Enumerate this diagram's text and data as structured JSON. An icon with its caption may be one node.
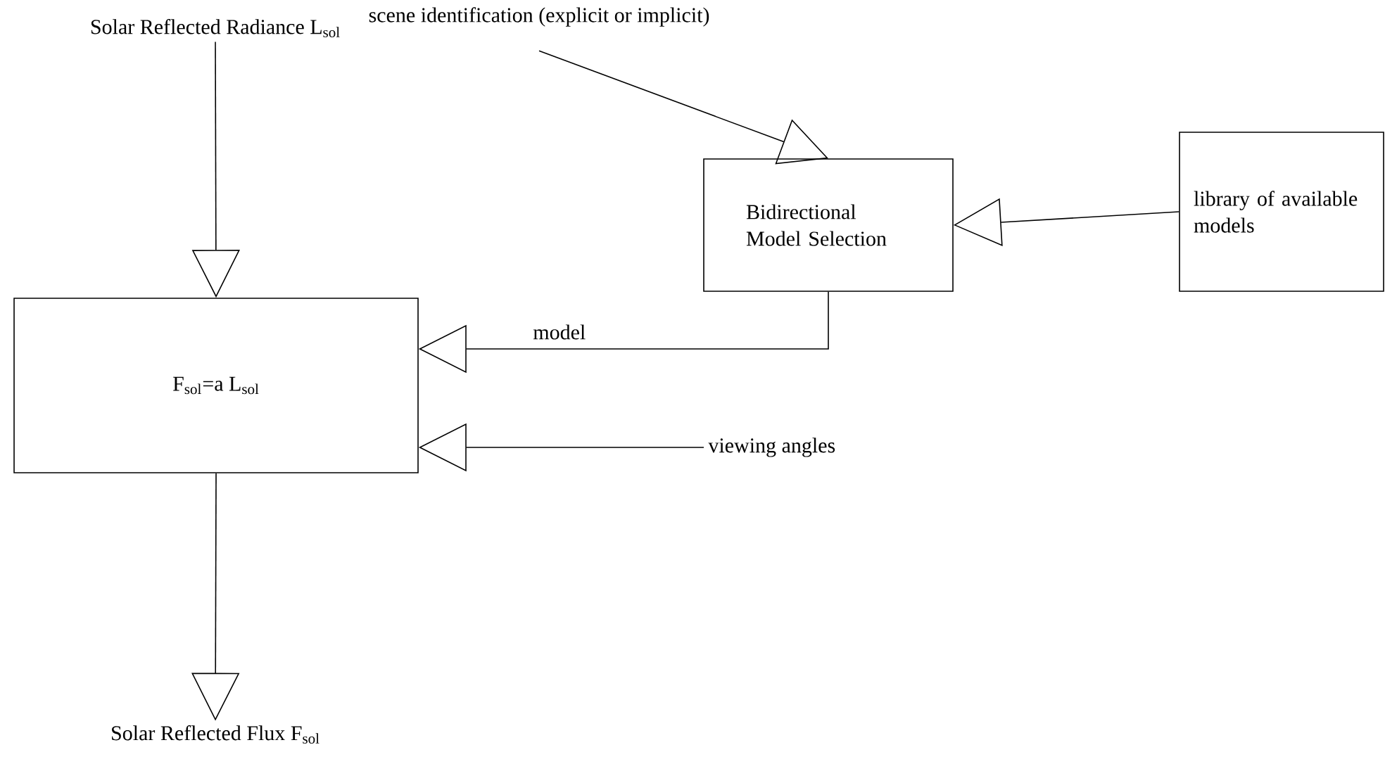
{
  "diagram": {
    "nodes": [
      {
        "text": [
          "Solar Reflected Radiance L$_{sol}$"
        ]
      },
      {
        "text": [
          "F$_{sol}$=a L$_{sol}$"
        ]
      },
      {
        "text": [
          "Solar Reflected Flux F$_{sol}$"
        ]
      },
      {
        "text": [
          "scene identification (explicit or implicit)"
        ]
      },
      {
        "text": [
          "Bidirectional Model Selection"
        ]
      },
      {
        "text": [
          "library of available models"
        ]
      },
      {
        "text": [
          "viewing angles"
        ]
      }
    ],
    "edges": [
      {
        "from": 0,
        "to": 1,
        "arrow": "to"
      },
      {
        "from": 1,
        "to": 2,
        "arrow": "to"
      },
      {
        "from": 3,
        "to": 4,
        "arrow": "to"
      },
      {
        "from": 5,
        "to": 4,
        "arrow": "to"
      },
      {
        "from": 4,
        "to": 1,
        "arrow": "to",
        "label": "model"
      },
      {
        "from": 6,
        "to": 1,
        "arrow": "to"
      }
    ]
  }
}
